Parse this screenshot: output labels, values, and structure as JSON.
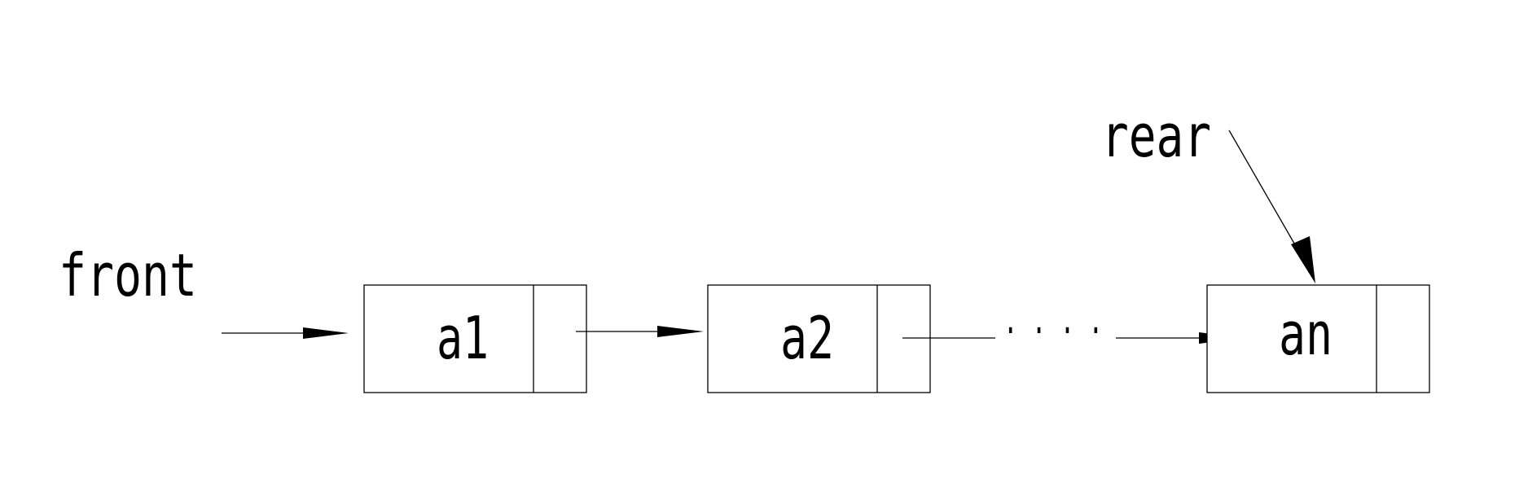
{
  "pointers": {
    "front": "front",
    "rear": "rear"
  },
  "nodes": [
    {
      "label": "a1"
    },
    {
      "label": "a2"
    },
    {
      "label": "an"
    }
  ],
  "ellipsis": "· · · ·"
}
